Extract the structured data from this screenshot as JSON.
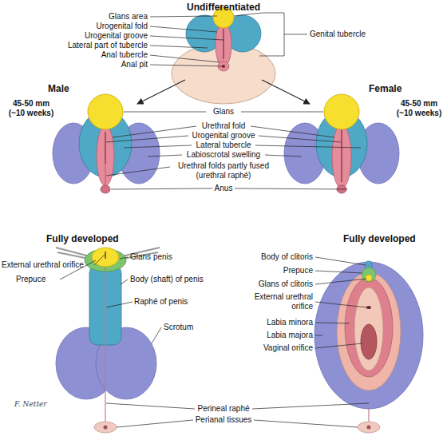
{
  "diagram": {
    "labels": [
      "Undifferentiated",
      "Glans area",
      "Urogenital fold",
      "Urogenital groove",
      "Lateral part of tubercle",
      "Anal tubercle",
      "Anal pit",
      "Genital tubercle",
      "Male",
      "45-50 mm (~10 weeks)",
      "Female",
      "45-50 mm (~10 weeks)",
      "Glans",
      "Urethral fold",
      "Urogenital groove",
      "Lateral tubercle",
      "Labioscrotal swelling",
      "Urethral folds partly fused (urethral raphé)",
      "Anus",
      "Fully developed",
      "External urethral orifice",
      "Prepuce",
      "Glans penis",
      "Body (shaft) of penis",
      "Raphé of penis",
      "Scrotum",
      "Fully developed",
      "Body of clitoris",
      "Prepuce",
      "Glans of clitoris",
      "External urethral orifice",
      "Labia minora",
      "Labia majora",
      "Vaginal orifice",
      "Perineal raphé",
      "Perianal tissues",
      "F. Netter"
    ]
  }
}
